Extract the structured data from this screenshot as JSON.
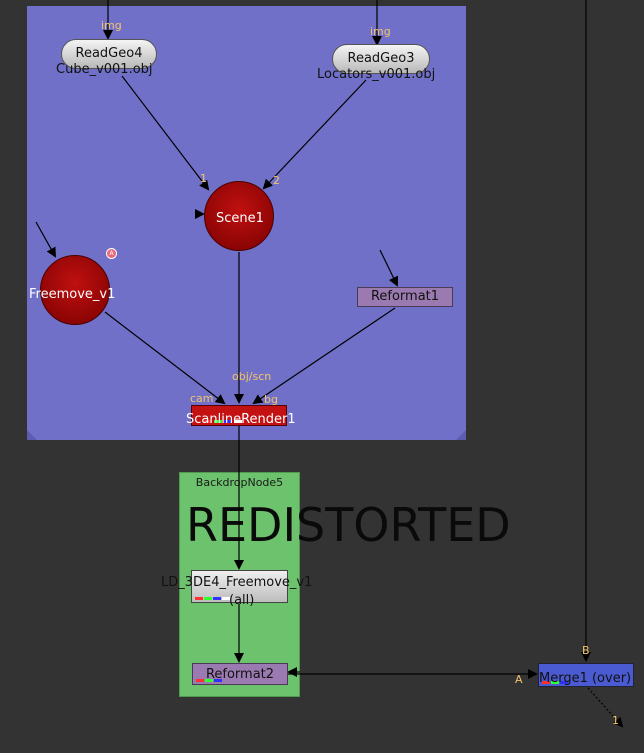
{
  "nodes": {
    "readgeo4": {
      "label": "ReadGeo4",
      "file": "Cube_v001.obj",
      "input": "img"
    },
    "readgeo3": {
      "label": "ReadGeo3",
      "file": "Locators_v001.obj",
      "input": "img"
    },
    "scene1": {
      "label": "Scene1",
      "input1": "1",
      "input2": "2"
    },
    "freemove": {
      "label": "Freemove_v1",
      "badge": "A"
    },
    "reformat1": {
      "label": "Reformat1"
    },
    "scanline": {
      "label": "ScanlineRender1",
      "pin_scn": "obj/scn",
      "pin_cam": "cam",
      "pin_bg": "bg"
    },
    "backdrop5": {
      "label": "BackdropNode5",
      "note": "REDISTORTED"
    },
    "ld": {
      "label": "LD_3DE4_Freemove_v1",
      "sub": "(all)"
    },
    "reformat2": {
      "label": "Reformat2"
    },
    "merge1": {
      "label": "Merge1 (over)",
      "pin_a": "A",
      "pin_b": "B",
      "pin_out": "1"
    }
  },
  "colors": {
    "canvas": "#333333",
    "backdrop_blue": "#7070c8",
    "backdrop_green": "#6dc26d",
    "pin_label": "#f3c46a",
    "wire": "#000000"
  }
}
